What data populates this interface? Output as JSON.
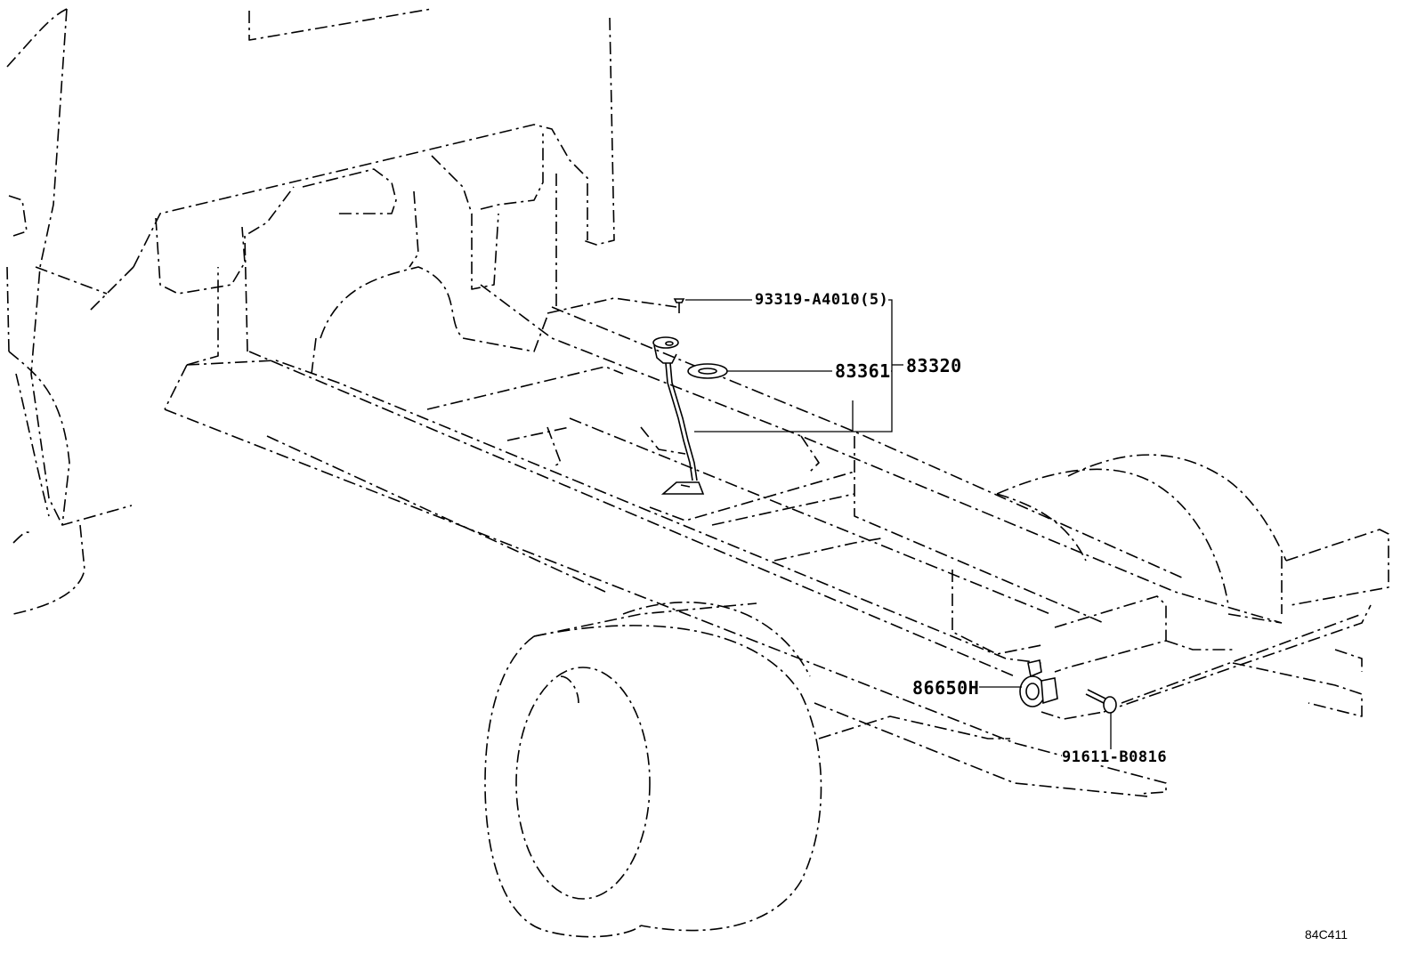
{
  "callouts": {
    "bolt_screw": "93319-A4010(5)",
    "gasket": "83361",
    "gauge_assy": "83320",
    "buzzer": "86650H",
    "bolt_flange": "91611-B0816"
  },
  "figure_ref": "84C411"
}
